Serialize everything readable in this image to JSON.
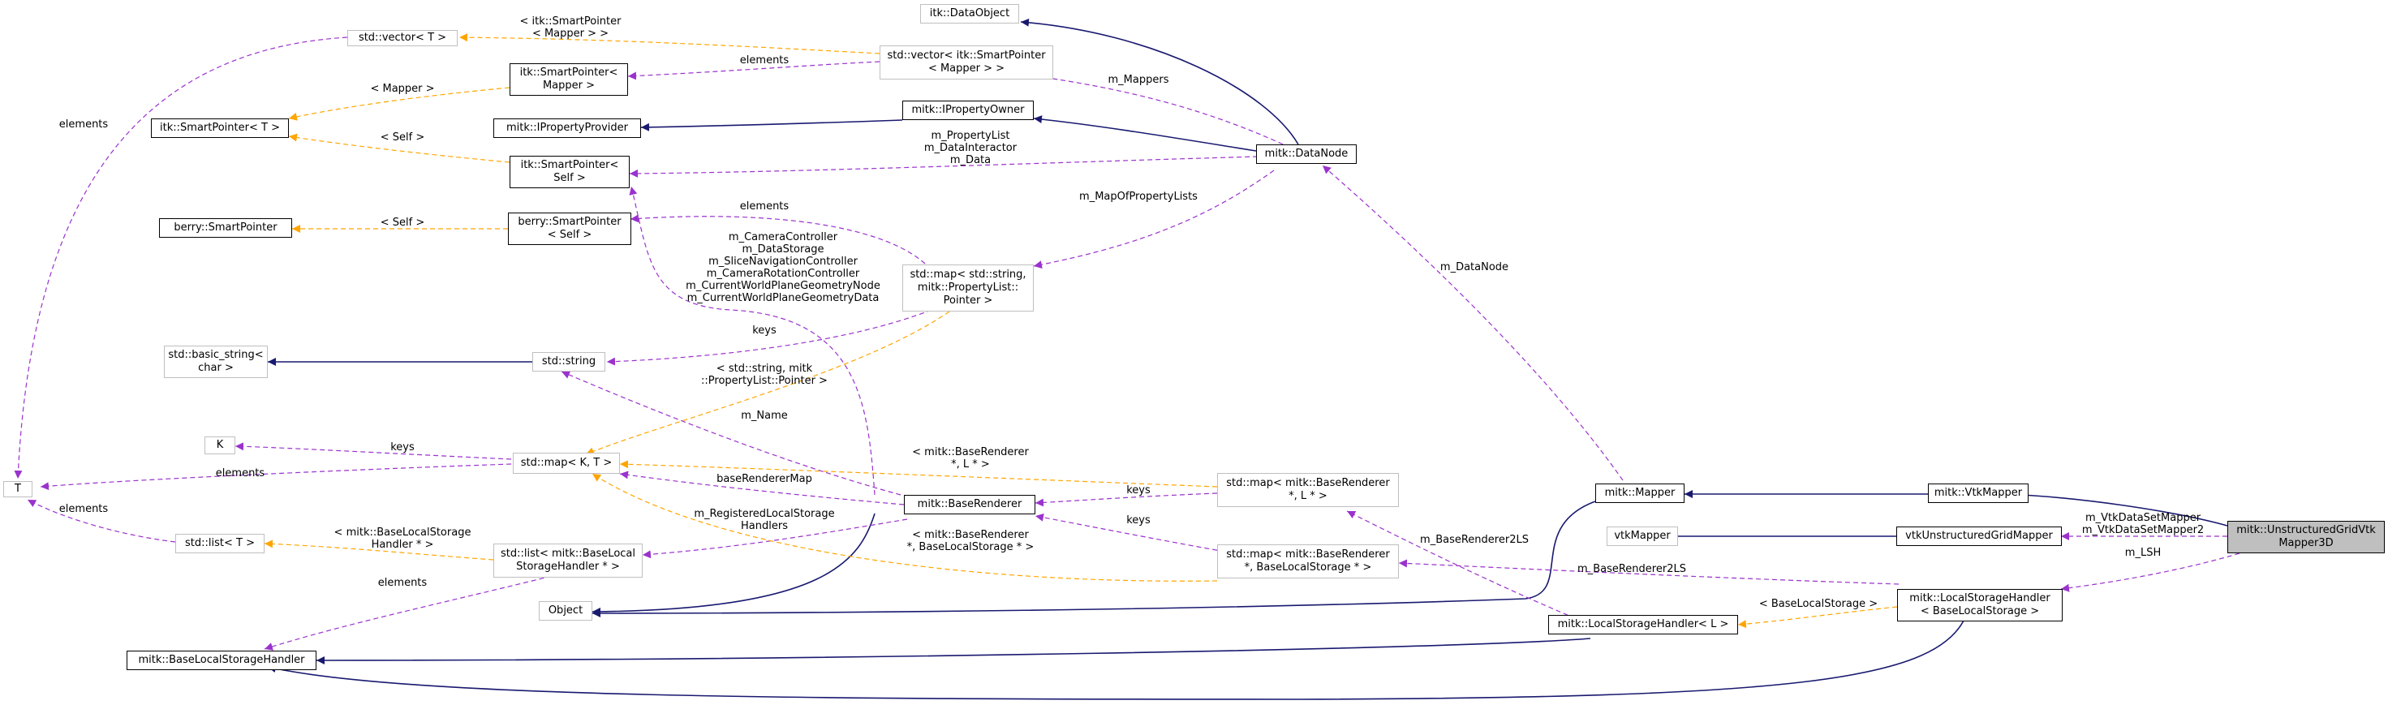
{
  "colors": {
    "inheritance": "#191970",
    "usage": "#9a32cd",
    "template": "#ffa500",
    "focus_fill": "#bfbfbf",
    "weak_border": "#bfbfbf"
  },
  "nodes": {
    "T": "T",
    "std_vector_T": "std::vector< T >",
    "itk_DataObject": "itk::DataObject",
    "std_vector_smartptr_mapper": "std::vector< itk::SmartPointer\n< Mapper > >",
    "itk_SmartPointer_Mapper": "itk::SmartPointer<\nMapper >",
    "itk_SmartPointer_T": "itk::SmartPointer< T >",
    "mitk_IPropertyProvider": "mitk::IPropertyProvider",
    "mitk_IPropertyOwner": "mitk::IPropertyOwner",
    "mitk_DataNode": "mitk::DataNode",
    "itk_SmartPointer_Self": "itk::SmartPointer<\nSelf >",
    "berry_SmartPointer": "berry::SmartPointer",
    "berry_SmartPointer_Self": "berry::SmartPointer\n< Self >",
    "std_map_propertylist": "std::map< std::string,\nmitk::PropertyList::\nPointer >",
    "std_basic_string": "std::basic_string<\nchar >",
    "std_string": "std::string",
    "K": "K",
    "std_map_K_T": "std::map< K, T >",
    "mitk_BaseRenderer": "mitk::BaseRenderer",
    "std_map_baserenderer_L": "std::map< mitk::BaseRenderer\n*, L * >",
    "std_map_baserenderer_bls": "std::map< mitk::BaseRenderer\n*, BaseLocalStorage * >",
    "std_list_T": "std::list< T >",
    "std_list_blsh": "std::list< mitk::BaseLocal\nStorageHandler * >",
    "Object": "Object",
    "mitk_BaseLocalStorageHandler": "mitk::BaseLocalStorageHandler",
    "mitk_LocalStorageHandler_L": "mitk::LocalStorageHandler< L >",
    "mitk_Mapper": "mitk::Mapper",
    "mitk_VtkMapper": "mitk::VtkMapper",
    "vtkMapper": "vtkMapper",
    "vtkUnstructuredGridMapper": "vtkUnstructuredGridMapper",
    "mitk_LocalStorageHandler_BLS": "mitk::LocalStorageHandler\n< BaseLocalStorage >",
    "mitk_UnstructuredGridVtkMapper3D": "mitk::UnstructuredGridVtk\nMapper3D"
  },
  "edge_labels": {
    "smartptr_mapper_tpl": "< itk::SmartPointer\n< Mapper > >",
    "vector_elements": "elements",
    "mapper_tpl": "< Mapper >",
    "self_tpl": "< Self >",
    "m_mappers": "m_Mappers",
    "datanode_members": "m_PropertyList\nm_DataInteractor\nm_Data",
    "berry_self_tpl": "< Self >",
    "map_elements": "elements",
    "m_mapofpropertylists": "m_MapOfPropertyLists",
    "baserenderer_members": "m_CameraController\nm_DataStorage\nm_SliceNavigationController\nm_CameraRotationController\nm_CurrentWorldPlaneGeometryNode\nm_CurrentWorldPlaneGeometryData",
    "t_elements_vector": "elements",
    "m_datanode": "m_DataNode",
    "keys_string": "keys",
    "string_propertylist_tpl": "< std::string, mitk\n::PropertyList::Pointer >",
    "m_name": "m_Name",
    "keys_k": "keys",
    "map_kt_elements": "elements",
    "baserenderer_l_tpl": "< mitk::BaseRenderer\n*, L * >",
    "keys_renderer_l": "keys",
    "baserenderermap": "baseRendererMap",
    "m_registeredlocalstorage": "m_RegisteredLocalStorage\nHandlers",
    "baserenderer_bls_tpl": "< mitk::BaseRenderer\n*, BaseLocalStorage * >",
    "keys_renderer_bls": "keys",
    "t_elements_list": "elements",
    "blsh_tpl": "< mitk::BaseLocalStorage\nHandler * >",
    "list_elements": "elements",
    "m_baserenderer2ls_a": "m_BaseRenderer2LS",
    "m_baserenderer2ls_b": "m_BaseRenderer2LS",
    "vtkdataset_members": "m_VtkDataSetMapper\nm_VtkDataSetMapper2",
    "m_lsh": "m_LSH",
    "baselocalstorage_tpl": "< BaseLocalStorage >"
  }
}
